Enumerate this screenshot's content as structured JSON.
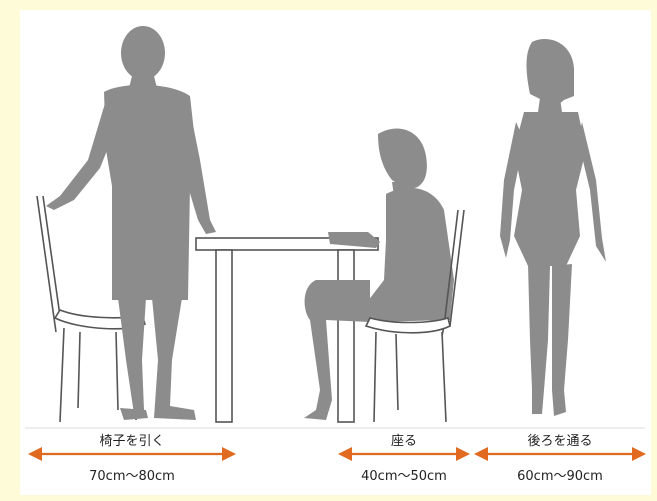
{
  "background_color": "#fdfbd8",
  "silhouette_color": "#8c8c8c",
  "arrow_color": "#e06a1f",
  "measurements": [
    {
      "label": "椅子を引く",
      "range": "70cm〜80cm"
    },
    {
      "label": "座る",
      "range": "40cm〜50cm"
    },
    {
      "label": "後ろを通る",
      "range": "60cm〜90cm"
    }
  ]
}
